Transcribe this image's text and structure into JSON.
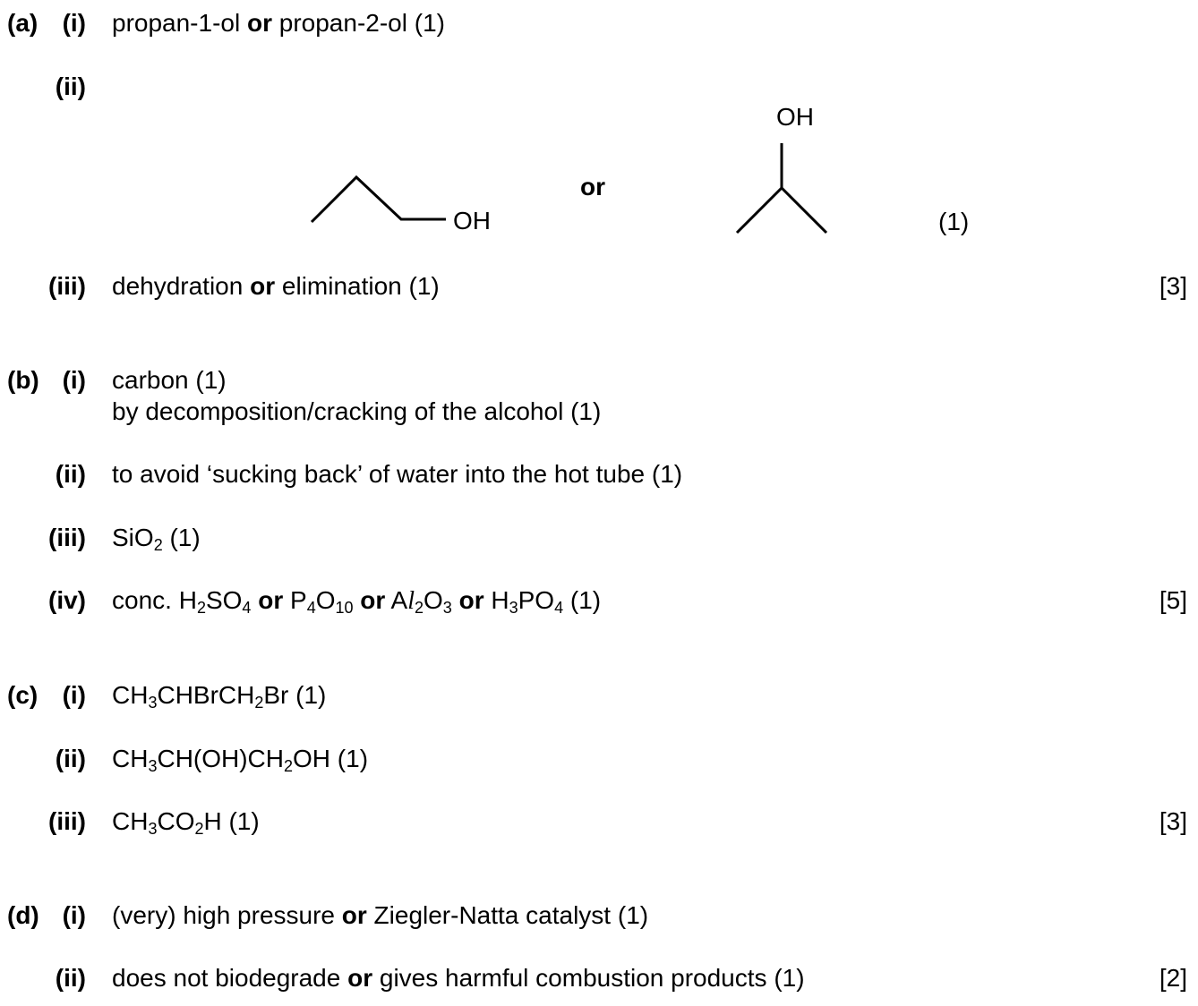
{
  "a": {
    "label": "(a)",
    "i": {
      "label": "(i)",
      "text1": "propan-1-ol",
      "or": "or",
      "text2": "propan-2-ol (1)"
    },
    "ii": {
      "label": "(ii)",
      "oh1": "OH",
      "or": "or",
      "oh2": "OH",
      "mark": "(1)"
    },
    "iii": {
      "label": "(iii)",
      "text1": "dehydration",
      "or": "or",
      "text2": "elimination (1)",
      "total": "[3]"
    }
  },
  "b": {
    "label": "(b)",
    "i": {
      "label": "(i)",
      "line1": "carbon (1)",
      "line2": "by decomposition/cracking of the alcohol (1)"
    },
    "ii": {
      "label": "(ii)",
      "text": "to avoid ‘sucking back’ of water into the hot tube (1)"
    },
    "iii": {
      "label": "(iii)",
      "si": "SiO",
      "two": "2",
      "mark": " (1)"
    },
    "iv": {
      "label": "(iv)",
      "conc": "conc. H",
      "h2": "2",
      "so4": "SO",
      "s4": "4",
      "or": "or",
      "p": "P",
      "p4": "4",
      "o": "O",
      "o10": "10",
      "al": "A",
      "l": "l",
      "al2": "2",
      "al_o": "O",
      "al_o3": "3",
      "h": "H",
      "h3": "3",
      "po": "PO",
      "po4": "4",
      "mark": " (1)",
      "total": "[5]"
    }
  },
  "c": {
    "label": "(c)",
    "i": {
      "label": "(i)",
      "p1": "CH",
      "s1": "3",
      "p2": "CHBrCH",
      "s2": "2",
      "p3": "Br (1)"
    },
    "ii": {
      "label": "(ii)",
      "p1": "CH",
      "s1": "3",
      "p2": "CH(OH)CH",
      "s2": "2",
      "p3": "OH (1)"
    },
    "iii": {
      "label": "(iii)",
      "p1": "CH",
      "s1": "3",
      "p2": "CO",
      "s2": "2",
      "p3": "H (1)",
      "total": "[3]"
    }
  },
  "d": {
    "label": "(d)",
    "i": {
      "label": "(i)",
      "text1": "(very) high pressure",
      "or": "or",
      "text2": "Ziegler-Natta catalyst (1)"
    },
    "ii": {
      "label": "(ii)",
      "text1": "does not biodegrade",
      "or": "or",
      "text2": "gives harmful combustion products (1)",
      "total": "[2]"
    }
  }
}
